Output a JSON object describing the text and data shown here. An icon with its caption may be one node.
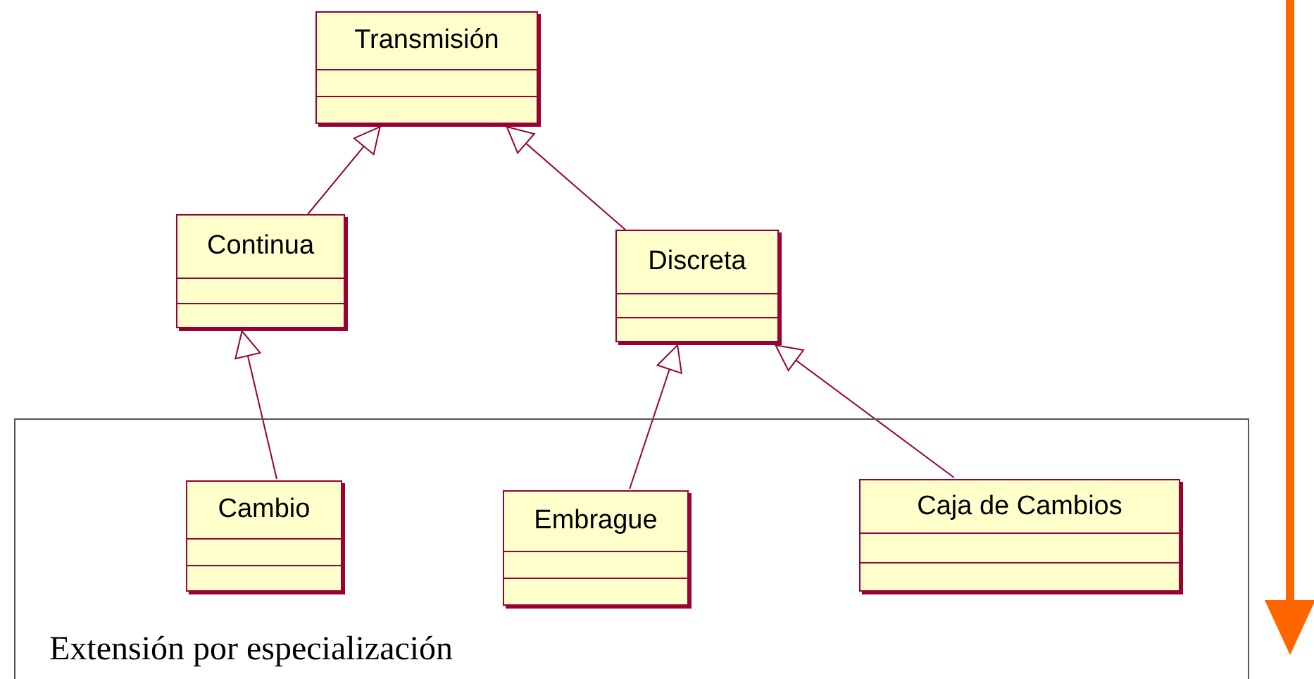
{
  "diagram": {
    "nodes": [
      {
        "text": [
          "Transmisión"
        ]
      },
      {
        "text": [
          "Continua"
        ]
      },
      {
        "text": [
          "Discreta"
        ]
      },
      {
        "text": [
          "Extensión por especialización"
        ]
      },
      {
        "text": [
          "Cambio"
        ],
        "in": 3
      },
      {
        "text": [
          "Embrague"
        ],
        "in": 3
      },
      {
        "text": [
          "Caja de Cambios"
        ],
        "in": 3
      }
    ],
    "edges": [
      {
        "from": 1,
        "to": 0,
        "arrow": "to"
      },
      {
        "from": 2,
        "to": 0,
        "arrow": "to"
      },
      {
        "from": 4,
        "to": 1,
        "arrow": "to"
      },
      {
        "from": 5,
        "to": 2,
        "arrow": "to"
      },
      {
        "from": 6,
        "to": 2,
        "arrow": "to"
      }
    ]
  }
}
